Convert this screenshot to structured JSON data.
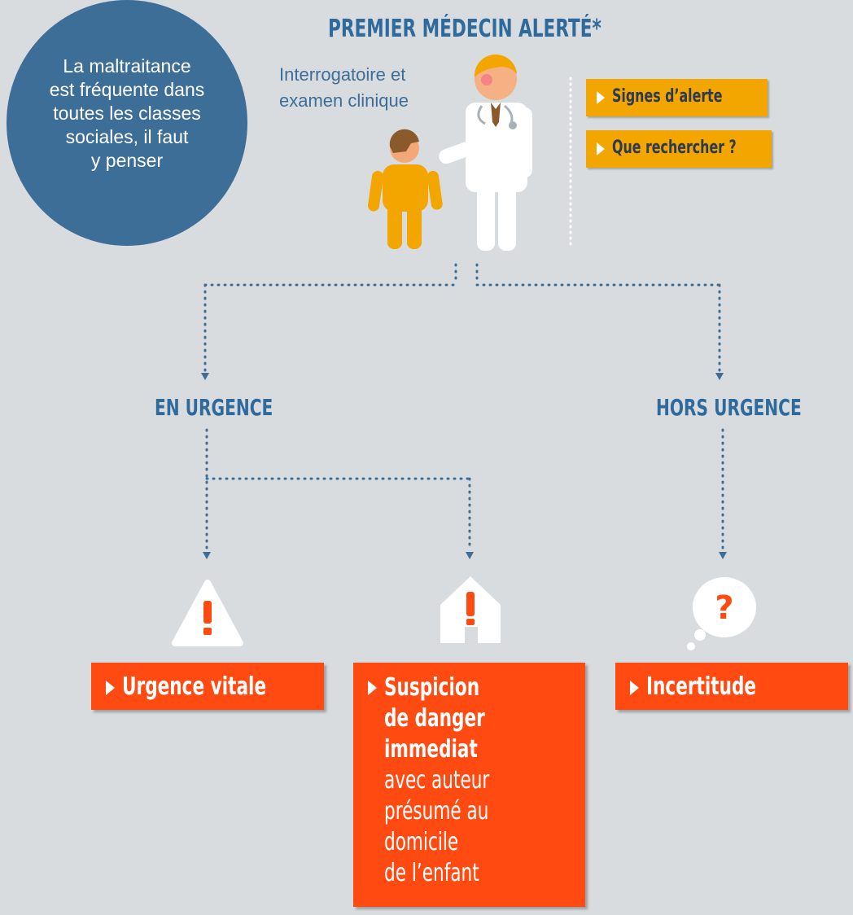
{
  "info_circle": {
    "lines": [
      "La maltraitance",
      "est fréquente dans",
      "toutes les classes",
      "sociales, il faut",
      "y penser"
    ]
  },
  "header": {
    "title": "PREMIER MÉDECIN ALERTÉ*",
    "subtitle_lines": [
      "Interrogatoire et",
      "examen clinique"
    ]
  },
  "side_buttons": {
    "warning_signs": "Signes d’alerte",
    "what_to_look_for": "Que rechercher ?"
  },
  "branches": {
    "urgent": "EN URGENCE",
    "non_urgent": "HORS URGENCE"
  },
  "outcomes": {
    "vital": "Urgence vitale",
    "suspicion_bold": [
      "Suspicion",
      "de danger",
      "immediat"
    ],
    "suspicion_regular": [
      "avec auteur",
      "présumé au",
      "domicile",
      "de l’enfant"
    ],
    "uncertainty": "Incertitude"
  },
  "icons": {
    "warning_icon_text": "!",
    "house_icon_text": "!",
    "thought_icon_text": "?"
  },
  "colors": {
    "background": "#d9dcdf",
    "circle": "#3c6e98",
    "title": "#2f6a9c",
    "yellow": "#f3a500",
    "red": "#ff4a12",
    "dots": "#3c6e98"
  }
}
